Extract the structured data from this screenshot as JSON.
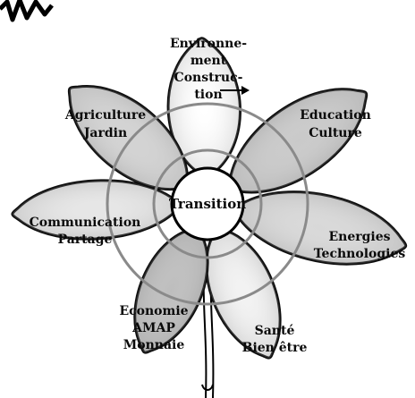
{
  "diagram": {
    "title_fragment": "",
    "center": {
      "label": "Transition"
    },
    "petals": [
      {
        "id": "environnement",
        "lines": [
          "Environne-",
          "ment",
          "Construc-",
          "tion"
        ],
        "shade": "#ffffff"
      },
      {
        "id": "education",
        "lines": [
          "Education",
          "Culture"
        ],
        "shade": "#c9c9c9"
      },
      {
        "id": "energies",
        "lines": [
          "Energies",
          "Technologies"
        ],
        "shade": "#d8d8d8"
      },
      {
        "id": "sante",
        "lines": [
          "Santé",
          "Bien être"
        ],
        "shade": "#f2f2f2"
      },
      {
        "id": "economie",
        "lines": [
          "Economie",
          "AMAP",
          "Monnaie"
        ],
        "shade": "#bdbdbd"
      },
      {
        "id": "communication",
        "lines": [
          "Communication",
          "Partage"
        ],
        "shade": "#e6e6e6"
      },
      {
        "id": "agriculture",
        "lines": [
          "Agriculture",
          "Jardin"
        ],
        "shade": "#d2d2d2"
      }
    ],
    "colors": {
      "outline": "#0d0d0d",
      "ring": "#8f8f8f",
      "background": "#ffffff"
    }
  }
}
